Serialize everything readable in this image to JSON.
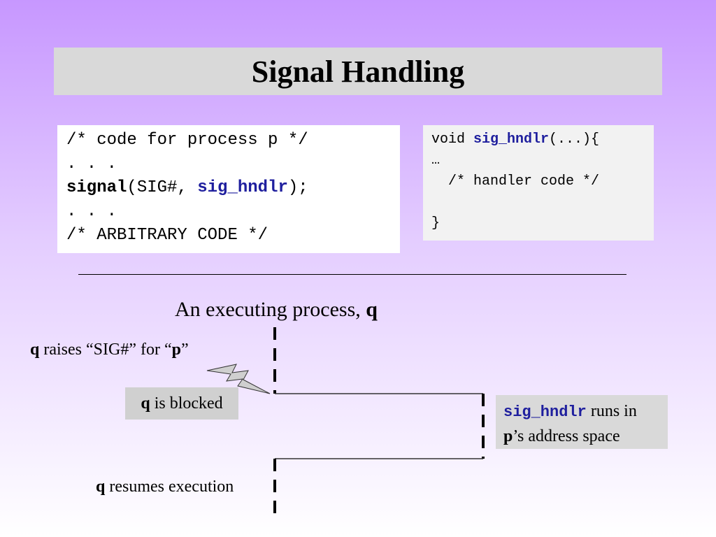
{
  "title": "Signal Handling",
  "code_left": {
    "line1": "/* code for process p */",
    "line2": ". . .",
    "signal_kw": "signal",
    "open_args": "(SIG#, ",
    "handler_name": "sig_hndlr",
    "close_args": ");",
    "line4": ". . .",
    "line5": "/* ARBITRARY CODE */"
  },
  "code_right": {
    "void_kw": "void ",
    "handler_name": "sig_hndlr",
    "params": "(...){",
    "ellipsis": "…",
    "comment": "  /* handler code */",
    "close": "}"
  },
  "diagram": {
    "exec_text": "An executing process, ",
    "exec_q": "q",
    "raises_q": "q",
    "raises_text": "  raises “SIG#” for “",
    "raises_p": "p",
    "raises_end": "”",
    "blocked_q": "q",
    "blocked_text": " is blocked",
    "handler_name": "sig_hndlr",
    "handler_text": " runs in",
    "handler_p": "p",
    "handler_text2": "’s address space",
    "resumes_q": "q",
    "resumes_text": " resumes execution"
  },
  "colors": {
    "handler_blue": "#1f1f9e",
    "bolt_fill": "#cfcfcf"
  }
}
